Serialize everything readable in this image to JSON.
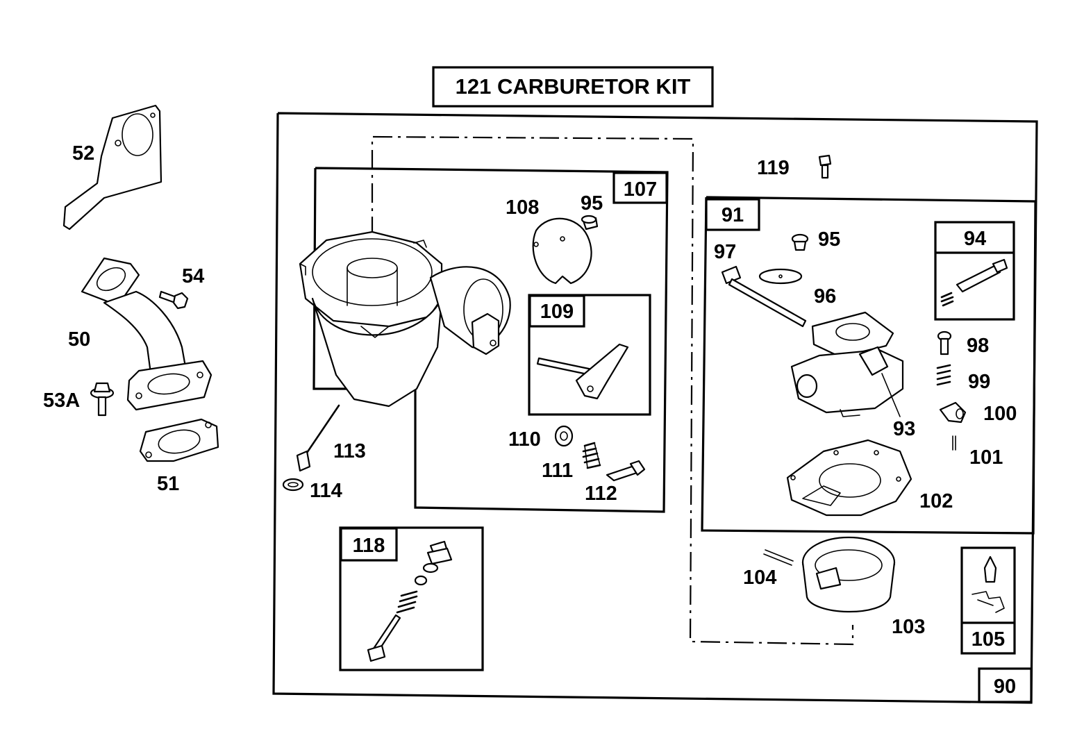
{
  "title": "121 CARBURETOR KIT",
  "labels": {
    "l52": "52",
    "l54": "54",
    "l50": "50",
    "l53a": "53A",
    "l51": "51",
    "l113": "113",
    "l114": "114",
    "l107": "107",
    "l108": "108",
    "l95a": "95",
    "l109": "109",
    "l110": "110",
    "l111": "111",
    "l112": "112",
    "l118": "118",
    "l119": "119",
    "l91": "91",
    "l95b": "95",
    "l97": "97",
    "l96": "96",
    "l94": "94",
    "l98": "98",
    "l99": "99",
    "l100": "100",
    "l93": "93",
    "l101": "101",
    "l102": "102",
    "l104": "104",
    "l103": "103",
    "l105": "105",
    "l90": "90"
  }
}
